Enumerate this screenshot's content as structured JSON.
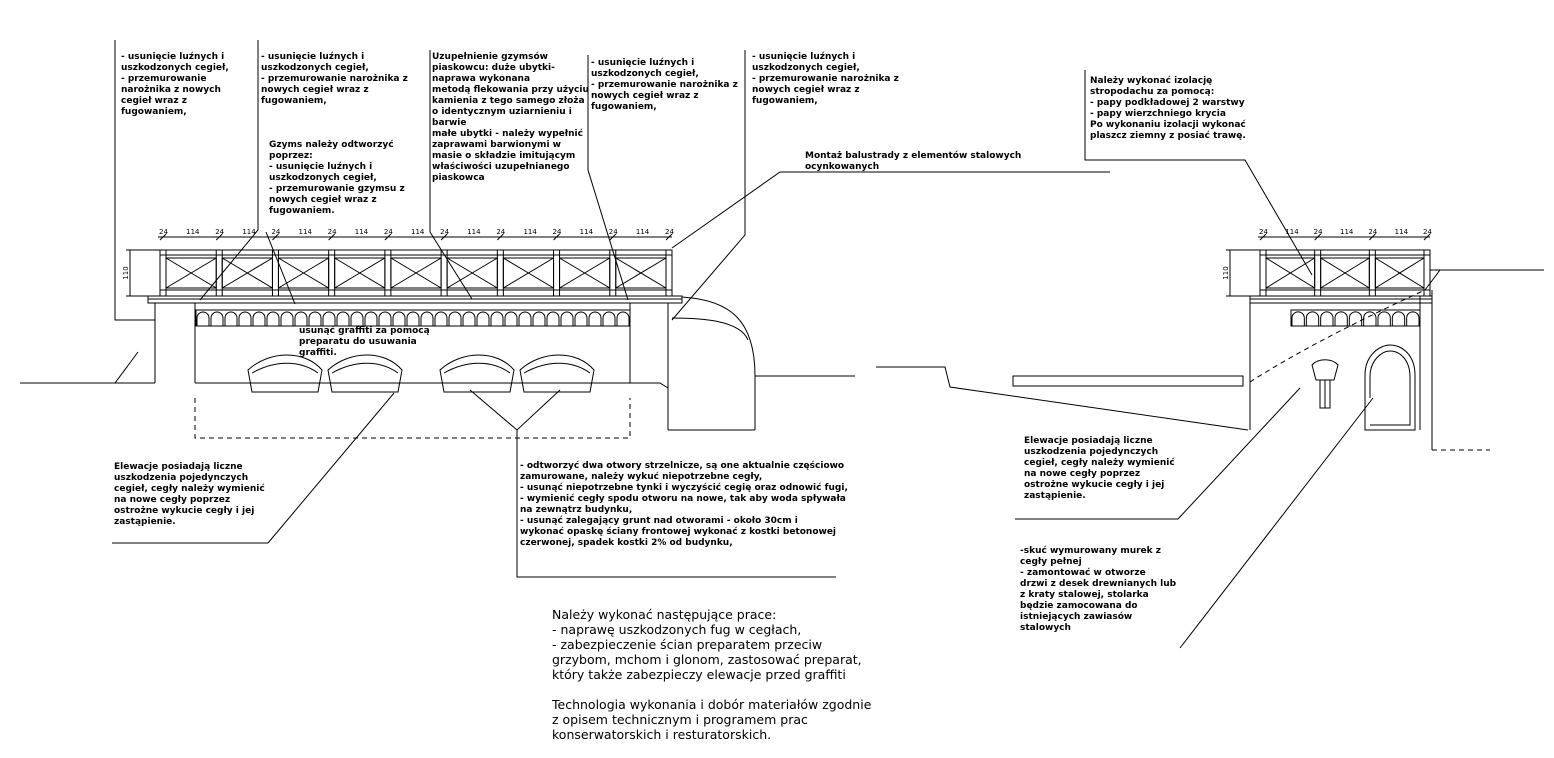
{
  "annotations": {
    "a1": "- usunięcie luźnych i\nuszkodzonych cegieł,\n- przemurowanie\nnarożnika z nowych\ncegieł wraz z\nfugowaniem,",
    "a2": "- usunięcie luźnych i\nuszkodzonych cegieł,\n- przemurowanie narożnika z\nnowych cegieł wraz z\nfugowaniem,",
    "a3": "Uzupełnienie gzymsów\npiaskowcu: duże ubytki-\nnaprawa wykonana\nmetodą flekowania przy użyciu\nkamienia z tego samego złoża\no identycznym uziarnieniu i\nbarwie\nmałe ubytki - należy wypełnić\nzaprawami barwionymi w\nmasie o składzie imitującym\nwłaściwości uzupełnianego\npiaskowca",
    "a4": "- usunięcie luźnych i\nuszkodzonych cegieł,\n- przemurowanie narożnika z\nnowych cegieł wraz z\nfugowaniem,",
    "a5": "- usunięcie luźnych i\nuszkodzonych cegieł,\n- przemurowanie narożnika z\nnowych cegieł wraz z\nfugowaniem,",
    "a6": "Gzyms należy odtworzyć\npoprzez:\n- usunięcie luźnych i\nuszkodzonych cegieł,\n- przemurowanie gzymsu z\nnowych cegieł wraz z\nfugowaniem.",
    "a7": "Montaż balustrady z elementów stalowych\nocynkowanych",
    "a8": "Należy wykonać izolację\nstropodachu za pomocą:\n- papy podkładowej 2 warstwy\n- papy wierzchniego krycia\nPo wykonaniu izolacji wykonać\nplaszcz ziemny z posiać trawę.",
    "a9": "usunąć graffiti za pomocą\npreparatu do usuwania\ngraffiti.",
    "a10": "Elewacje posiadają liczne\nuszkodzenia pojedynczych\ncegieł, cegły należy wymienić\nna nowe cegły poprzez\nostrożne wykucie cegły i jej\nzastąpienie.",
    "a11": "- odtworzyć dwa otwory strzelnicze, są one aktualnie częściowo\nzamurowane, należy wykuć niepotrzebne cegły,\n- usunąć niepotrzebne tynki i wyczyścić cegię oraz odnowić fugi,\n- wymienić cegły spodu otworu na nowe, tak aby woda spływała\nna zewnątrz budynku,\n- usunąć zalegający grunt nad otworami - około 30cm i\nwykonać opaskę ściany frontowej wykonać z kostki betonowej\nczerwonej, spadek kostki 2% od budynku,",
    "a12": "Elewacje posiadają liczne\nuszkodzenia pojedynczych\ncegieł, cegły należy wymienić\nna nowe cegły poprzez\nostrożne wykucie cegły i jej\nzastąpienie.",
    "a13": "-skuć wymurowany murek z\ncegły pełnej\n- zamontować w otworze\ndrzwi z desek drewnianych lub\nz kraty stalowej, stolarka\nbędzie zamocowana do\nistniejących zawiasów\nstalowych",
    "a14": "Należy wykonać następujące prace:\n- naprawę uszkodzonych fug w cegłach,\n- zabezpieczenie ścian preparatem przeciw\ngrzybom, mchom i glonom, zastosować preparat,\nktóry także zabezpieczy elewacje przed graffiti\n\nTechnologia wykonania i dobór materiałów zgodnie\nz opisem technicznym i programem prac\nkonserwatorskich i resturatorskich."
  },
  "dimensions": {
    "post": "24",
    "span": "114",
    "height": "110"
  }
}
